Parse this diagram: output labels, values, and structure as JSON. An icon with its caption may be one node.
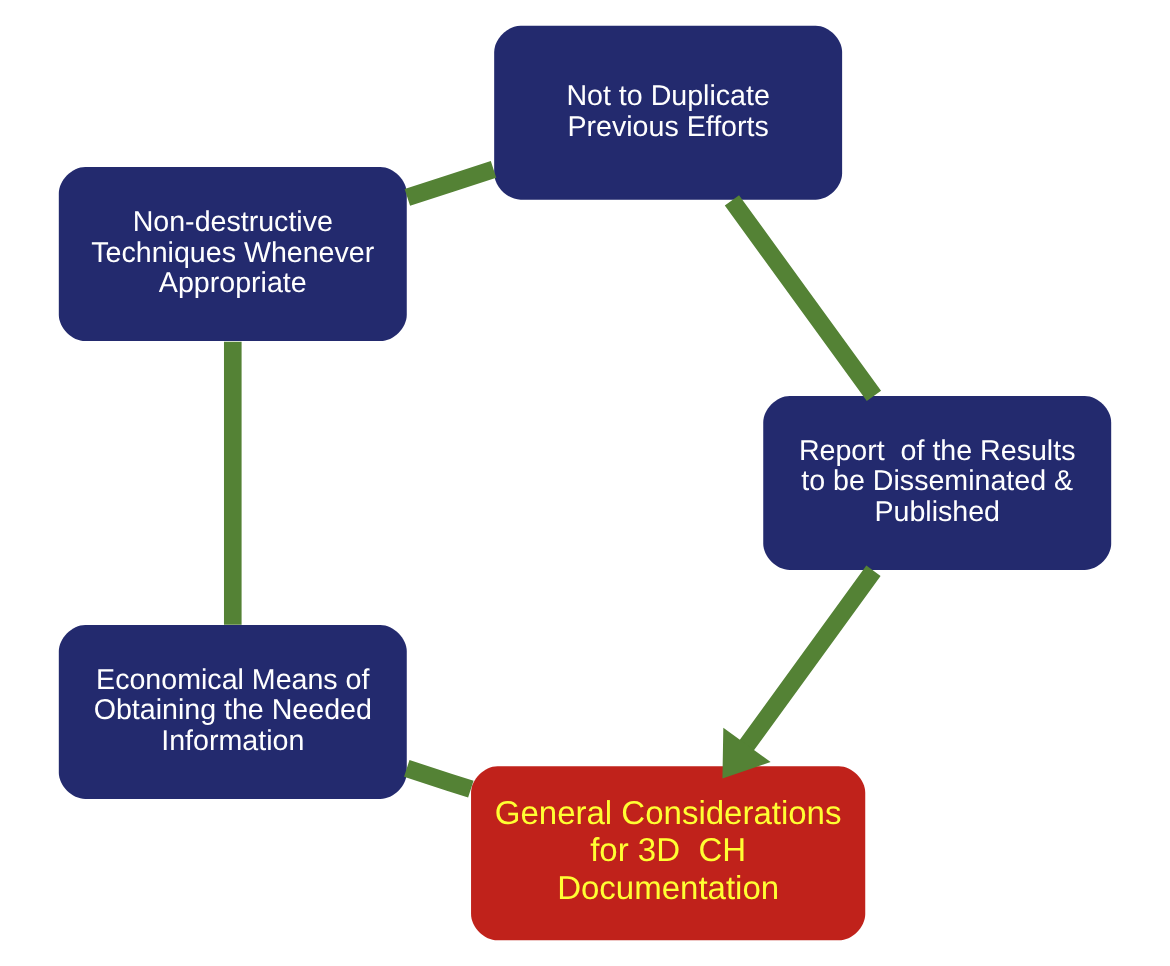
{
  "diagram": {
    "nodes": [
      {
        "text": [
          "General Considerations for 3D  CH Documentation"
        ]
      },
      {
        "text": [
          "Economical Means of Obtaining the Needed Information"
        ]
      },
      {
        "text": [
          "Non-destructive Techniques Whenever Appropriate"
        ]
      },
      {
        "text": [
          "Not to Duplicate Previous Efforts"
        ]
      },
      {
        "text": [
          "Report  of the Results to be Disseminated & Published"
        ]
      }
    ],
    "edges": [
      {
        "from": 0,
        "to": 1,
        "arrow": "none"
      },
      {
        "from": 1,
        "to": 2,
        "arrow": "none"
      },
      {
        "from": 2,
        "to": 3,
        "arrow": "none"
      },
      {
        "from": 3,
        "to": 4,
        "arrow": "none"
      },
      {
        "from": 4,
        "to": 0,
        "arrow": "to"
      }
    ]
  }
}
